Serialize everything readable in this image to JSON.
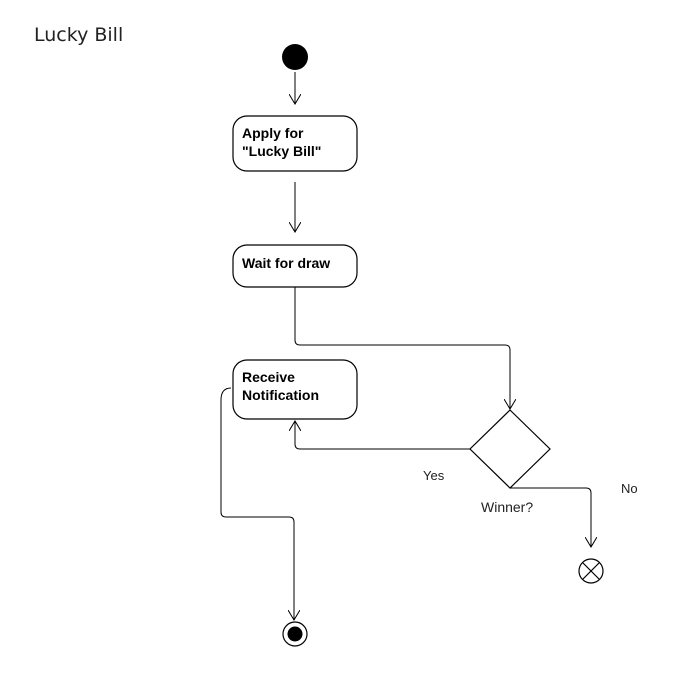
{
  "diagram": {
    "title": "Lucky Bill",
    "nodes": {
      "apply": {
        "lines": [
          "Apply for",
          "\"Lucky Bill\""
        ]
      },
      "wait": {
        "lines": [
          "Wait for draw"
        ]
      },
      "receive": {
        "lines": [
          "Receive",
          "Notification"
        ]
      },
      "decision": {
        "label": "Winner?"
      }
    },
    "edges": {
      "yes_label": "Yes",
      "no_label": "No"
    }
  }
}
